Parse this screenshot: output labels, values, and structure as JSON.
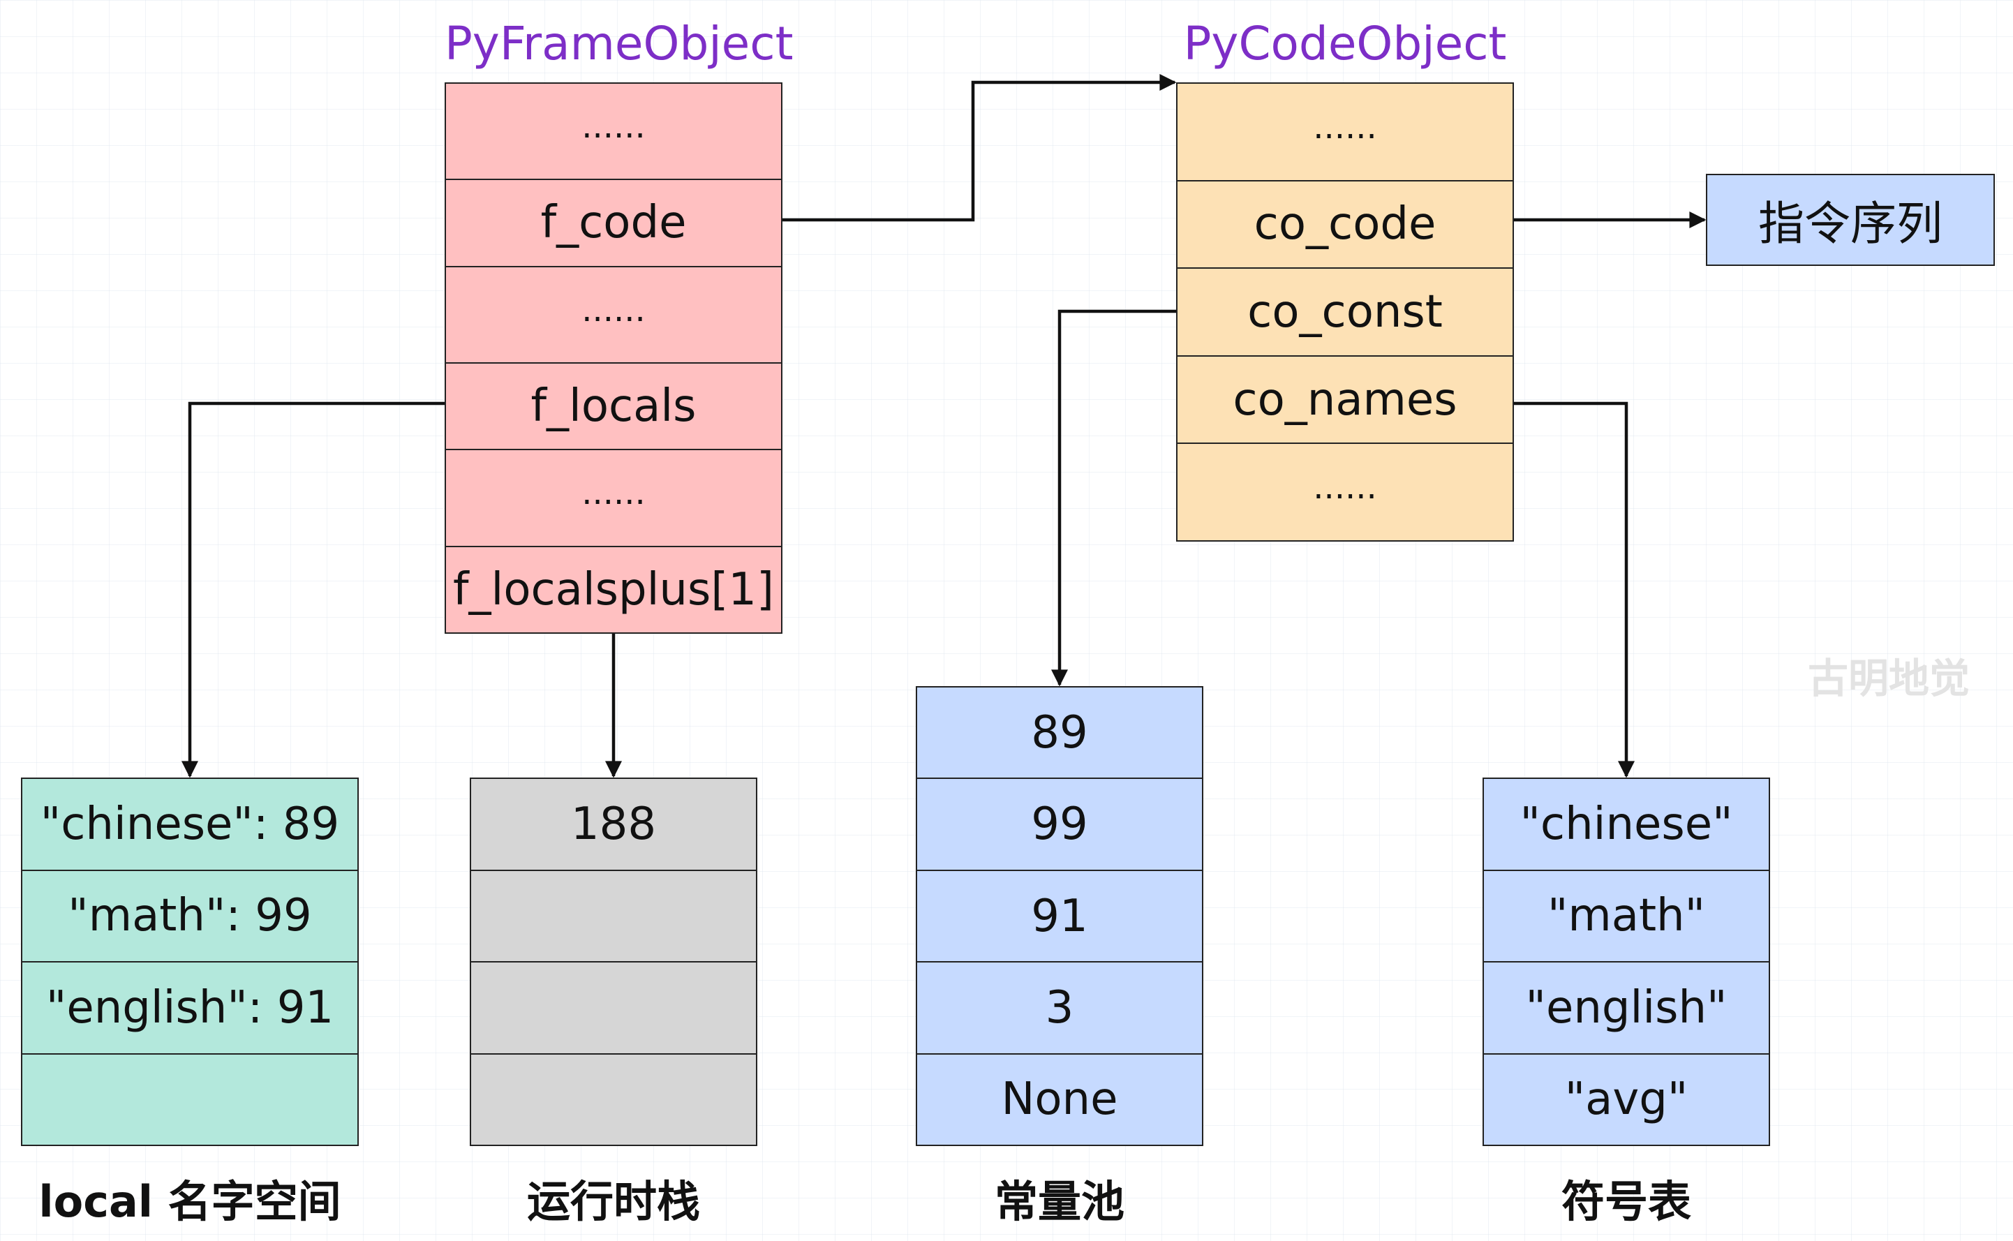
{
  "frame": {
    "title": "PyFrameObject",
    "fields": [
      "......",
      "f_code",
      "......",
      "f_locals",
      "......",
      "f_localsplus[1]"
    ]
  },
  "code": {
    "title": "PyCodeObject",
    "fields": [
      "......",
      "co_code",
      "co_const",
      "co_names",
      "......"
    ]
  },
  "instructions": {
    "label": "指令序列"
  },
  "locals_ns": {
    "cells": [
      "\"chinese\": 89",
      "\"math\": 99",
      "\"english\": 91",
      ""
    ],
    "caption": "local 名字空间"
  },
  "runtime_stack": {
    "cells": [
      "188",
      "",
      "",
      ""
    ],
    "caption": "运行时栈"
  },
  "const_pool": {
    "cells": [
      "89",
      "99",
      "91",
      "3",
      "None"
    ],
    "caption": "常量池"
  },
  "symbol_table": {
    "cells": [
      "\"chinese\"",
      "\"math\"",
      "\"english\"",
      "\"avg\""
    ],
    "caption": "符号表"
  },
  "watermark": "古明地觉",
  "colors": {
    "frame": "#ffc0c1",
    "code": "#fde1b5",
    "locals": "#b3e8dc",
    "stack": "#d6d6d6",
    "blue": "#c6daff",
    "title": "#7d2ec7"
  }
}
